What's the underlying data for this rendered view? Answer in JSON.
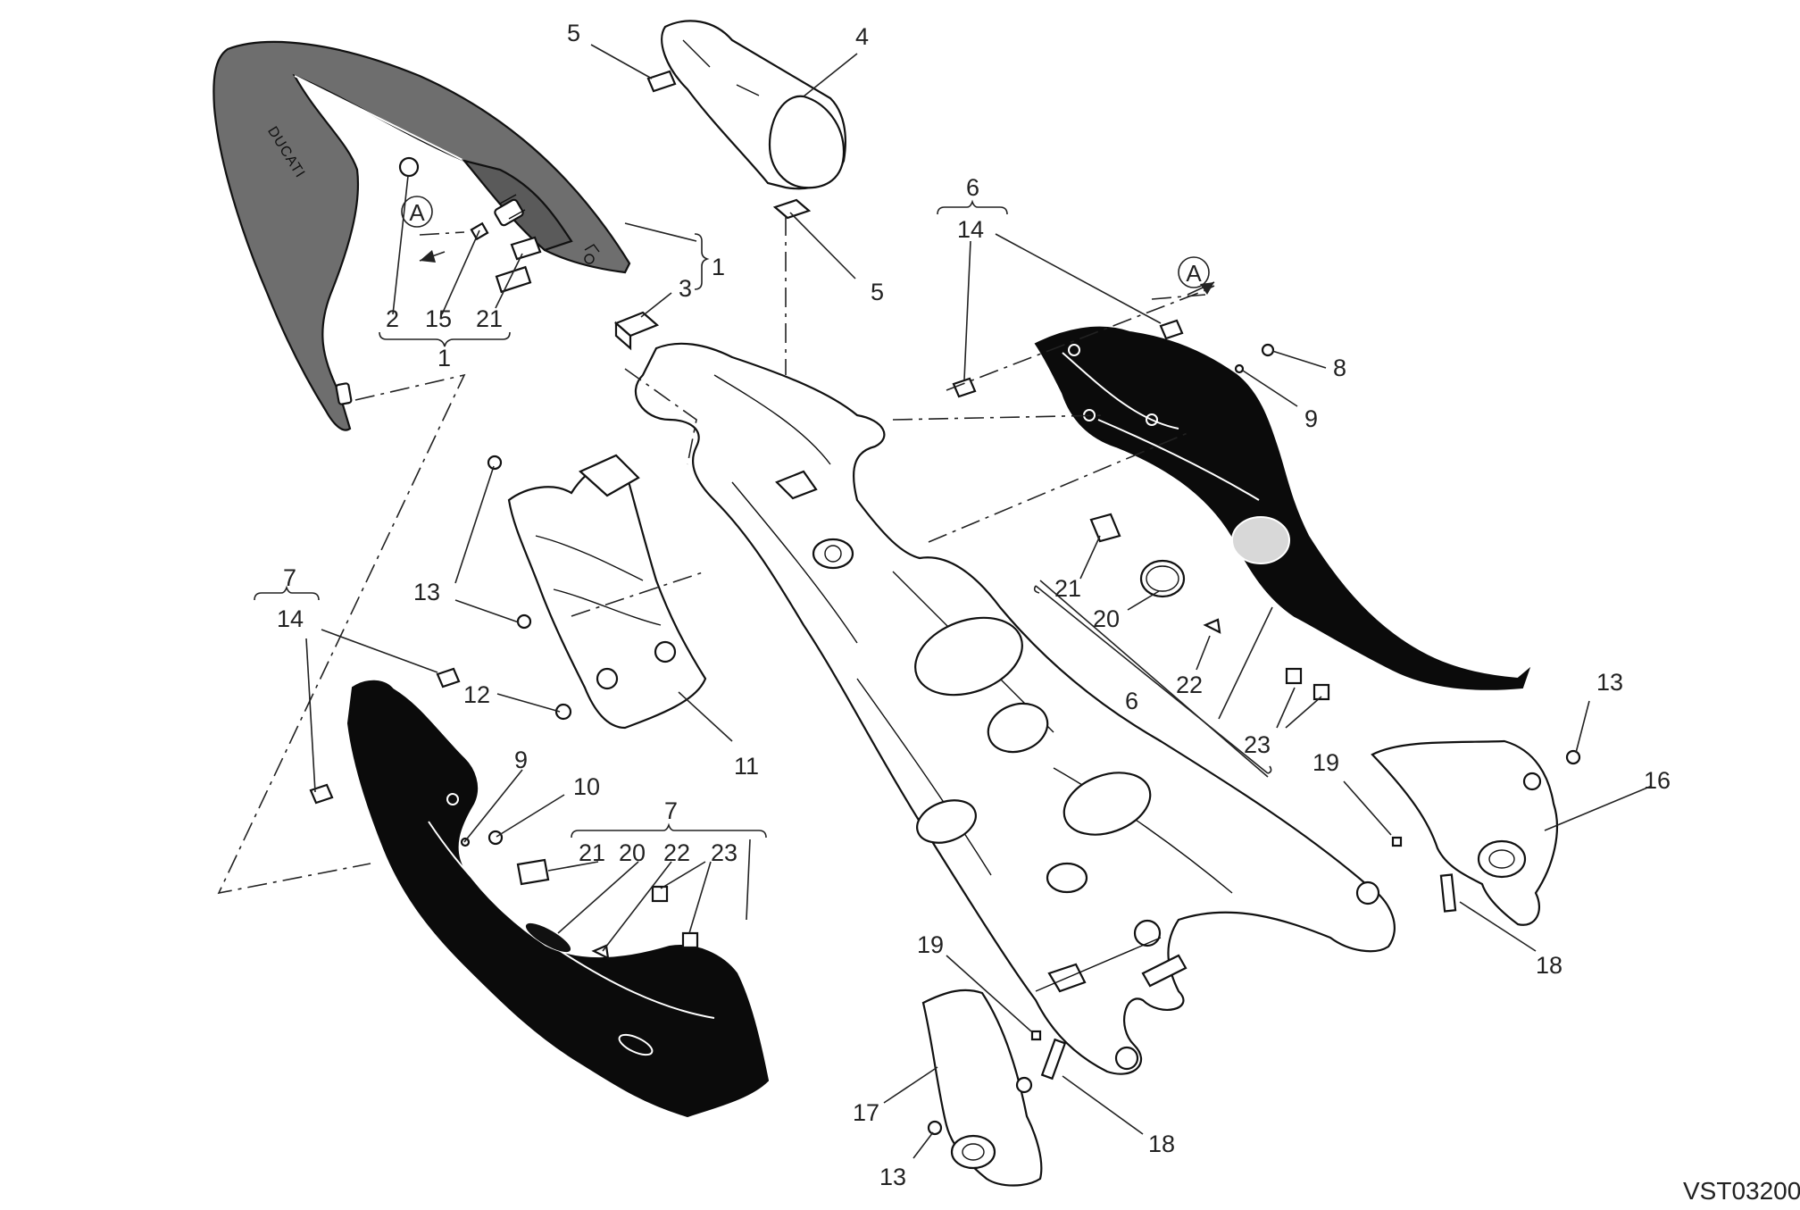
{
  "diagram": {
    "code": "VST03200",
    "view_marker": "A",
    "brand_mark": "DUCATI",
    "callouts": {
      "c1_brace": "1",
      "c1_group": "1",
      "c2": "2",
      "c3": "3",
      "c4": "4",
      "c5_top": "5",
      "c5_mid": "5",
      "c6_top": "6",
      "c6_low": "6",
      "c7_left": "7",
      "c7_low": "7",
      "c8": "8",
      "c9_right": "9",
      "c9_left": "9",
      "c10": "10",
      "c11": "11",
      "c12": "12",
      "c13_a": "13",
      "c13_b": "13",
      "c13_c": "13",
      "c14_right": "14",
      "c14_left": "14",
      "c15": "15",
      "c16": "16",
      "c17": "17",
      "c18_right": "18",
      "c18_low": "18",
      "c19_right": "19",
      "c19_low": "19",
      "c20_right": "20",
      "c20_low": "20",
      "c21_top": "21",
      "c21_right": "21",
      "c21_low": "21",
      "c22_right": "22",
      "c22_low": "22",
      "c23_right": "23",
      "c23_low": "23"
    }
  }
}
